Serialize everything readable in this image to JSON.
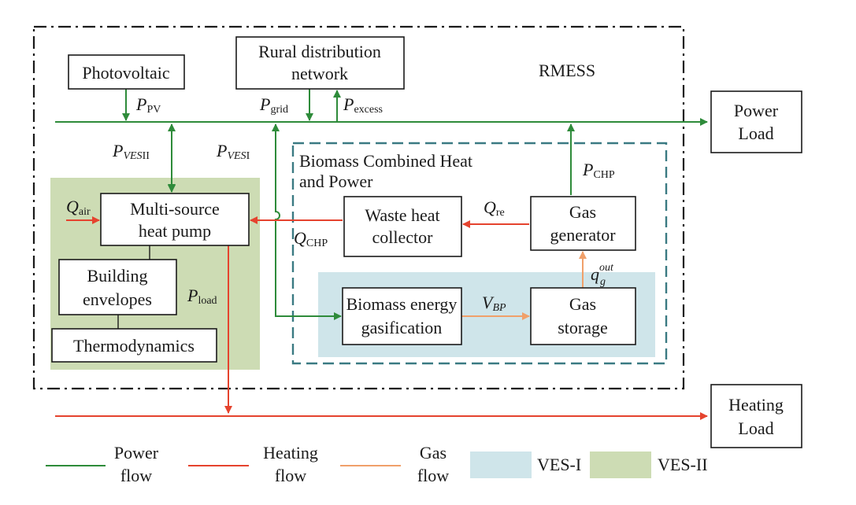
{
  "colors": {
    "power": "#2e8b3a",
    "heating": "#e5432e",
    "gas": "#f0a06a",
    "ves1_fill": "#cfe5ea",
    "ves2_fill": "#cddcb4",
    "frame": "#1a1a1a",
    "biomass_border": "#3a7a82"
  },
  "region_labels": {
    "rmess": "RMESS",
    "biomass_chp_line1": "Biomass Combined Heat",
    "biomass_chp_line2": "and Power"
  },
  "boxes": {
    "photovoltaic": [
      "Photovoltaic"
    ],
    "rural_network": [
      "Rural distribution",
      "network"
    ],
    "power_load": [
      "Power",
      "Load"
    ],
    "heat_pump": [
      "Multi-source",
      "heat pump"
    ],
    "waste_heat": [
      "Waste heat",
      "collector"
    ],
    "gas_generator": [
      "Gas",
      "generator"
    ],
    "building_envelopes": [
      "Building",
      "envelopes"
    ],
    "thermodynamics": [
      "Thermodynamics"
    ],
    "biomass_gasification": [
      "Biomass energy",
      "gasification"
    ],
    "gas_storage": [
      "Gas",
      "storage"
    ],
    "heating_load": [
      "Heating",
      "Load"
    ]
  },
  "variables": {
    "p_pv": {
      "main": "P",
      "sub": "PV"
    },
    "p_grid": {
      "main": "P",
      "sub": "grid"
    },
    "p_excess": {
      "main": "P",
      "sub": "excess"
    },
    "p_ves2": {
      "main": "P",
      "sub": "VES",
      "sub2": "II"
    },
    "p_ves1": {
      "main": "P",
      "sub": "VES",
      "sub2": "I"
    },
    "p_chp": {
      "main": "P",
      "sub": "CHP"
    },
    "q_air": {
      "main": "Q",
      "sub": "air"
    },
    "q_re": {
      "main": "Q",
      "sub": "re"
    },
    "q_chp": {
      "main": "Q",
      "sub": "CHP"
    },
    "p_load": {
      "main": "P",
      "sub": "load"
    },
    "v_bp": {
      "main": "V",
      "sub": "BP"
    },
    "q_g_out": {
      "main": "q",
      "sub": "g",
      "sup": "out"
    }
  },
  "legend": {
    "power": [
      "Power",
      "flow"
    ],
    "heating": [
      "Heating",
      "flow"
    ],
    "gas": [
      "Gas",
      "flow"
    ],
    "ves1": "VES-I",
    "ves2": "VES-II"
  }
}
